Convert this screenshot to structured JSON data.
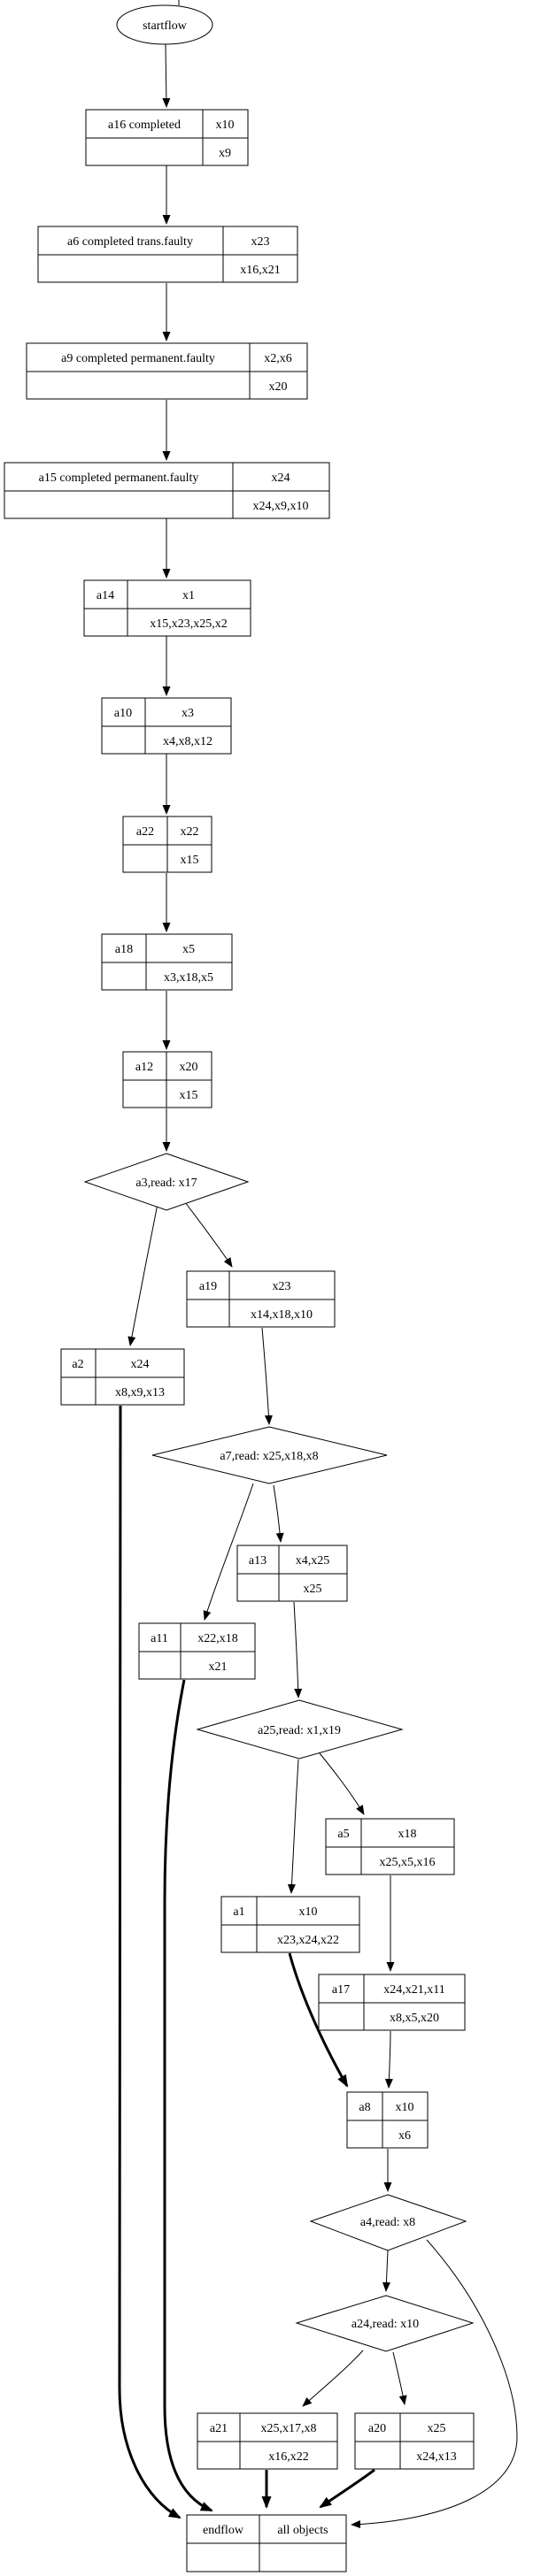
{
  "diagram": {
    "background_color": "#ffffff",
    "line_color": "#000000",
    "nodes": {
      "startflow": {
        "shape": "ellipse",
        "label": "startflow"
      },
      "a16": {
        "shape": "record",
        "label": "a16 completed",
        "top": "x10",
        "bottom": "x9"
      },
      "a6": {
        "shape": "record",
        "label": "a6 completed trans.faulty",
        "top": "x23",
        "bottom": "x16,x21"
      },
      "a9": {
        "shape": "record",
        "label": "a9 completed permanent.faulty",
        "top": "x2,x6",
        "bottom": "x20"
      },
      "a15": {
        "shape": "record",
        "label": "a15 completed permanent.faulty",
        "top": "x24",
        "bottom": "x24,x9,x10"
      },
      "a14": {
        "shape": "record",
        "label": "a14",
        "top": "x1",
        "bottom": "x15,x23,x25,x2"
      },
      "a10": {
        "shape": "record",
        "label": "a10",
        "top": "x3",
        "bottom": "x4,x8,x12"
      },
      "a22": {
        "shape": "record",
        "label": "a22",
        "top": "x22",
        "bottom": "x15"
      },
      "a18": {
        "shape": "record",
        "label": "a18",
        "top": "x5",
        "bottom": "x3,x18,x5"
      },
      "a12": {
        "shape": "record",
        "label": "a12",
        "top": "x20",
        "bottom": "x15"
      },
      "a3": {
        "shape": "diamond",
        "label": "a3,read: x17"
      },
      "a19": {
        "shape": "record",
        "label": "a19",
        "top": "x23",
        "bottom": "x14,x18,x10"
      },
      "a2": {
        "shape": "record",
        "label": "a2",
        "top": "x24",
        "bottom": "x8,x9,x13"
      },
      "a7": {
        "shape": "diamond",
        "label": "a7,read: x25,x18,x8"
      },
      "a13": {
        "shape": "record",
        "label": "a13",
        "top": "x4,x25",
        "bottom": "x25"
      },
      "a11": {
        "shape": "record",
        "label": "a11",
        "top": "x22,x18",
        "bottom": "x21"
      },
      "a25": {
        "shape": "diamond",
        "label": "a25,read: x1,x19"
      },
      "a5": {
        "shape": "record",
        "label": "a5",
        "top": "x18",
        "bottom": "x25,x5,x16"
      },
      "a1": {
        "shape": "record",
        "label": "a1",
        "top": "x10",
        "bottom": "x23,x24,x22"
      },
      "a17": {
        "shape": "record",
        "label": "a17",
        "top": "x24,x21,x11",
        "bottom": "x8,x5,x20"
      },
      "a8": {
        "shape": "record",
        "label": "a8",
        "top": "x10",
        "bottom": "x6"
      },
      "a4": {
        "shape": "diamond",
        "label": "a4,read: x8"
      },
      "a24": {
        "shape": "diamond",
        "label": "a24,read: x10"
      },
      "a21": {
        "shape": "record",
        "label": "a21",
        "top": "x25,x17,x8",
        "bottom": "x16,x22"
      },
      "a20": {
        "shape": "record",
        "label": "a20",
        "top": "x25",
        "bottom": "x24,x13"
      },
      "endflow": {
        "shape": "record",
        "label": "endflow",
        "top": "all objects",
        "bottom": ""
      }
    },
    "edges": [
      {
        "from": "startflow",
        "to": "a16",
        "style": "solid"
      },
      {
        "from": "a16",
        "to": "a6",
        "style": "solid"
      },
      {
        "from": "a6",
        "to": "a9",
        "style": "solid"
      },
      {
        "from": "a9",
        "to": "a15",
        "style": "solid"
      },
      {
        "from": "a15",
        "to": "a14",
        "style": "solid"
      },
      {
        "from": "a14",
        "to": "a10",
        "style": "solid"
      },
      {
        "from": "a10",
        "to": "a22",
        "style": "solid"
      },
      {
        "from": "a22",
        "to": "a18",
        "style": "solid"
      },
      {
        "from": "a18",
        "to": "a12",
        "style": "solid"
      },
      {
        "from": "a12",
        "to": "a3",
        "style": "solid"
      },
      {
        "from": "a3",
        "to": "a2",
        "style": "solid"
      },
      {
        "from": "a3",
        "to": "a19",
        "style": "solid"
      },
      {
        "from": "a19",
        "to": "a7",
        "style": "solid"
      },
      {
        "from": "a7",
        "to": "a11",
        "style": "solid"
      },
      {
        "from": "a7",
        "to": "a13",
        "style": "solid"
      },
      {
        "from": "a13",
        "to": "a25",
        "style": "solid"
      },
      {
        "from": "a25",
        "to": "a1",
        "style": "solid"
      },
      {
        "from": "a25",
        "to": "a5",
        "style": "solid"
      },
      {
        "from": "a5",
        "to": "a17",
        "style": "solid"
      },
      {
        "from": "a1",
        "to": "a8",
        "style": "bold"
      },
      {
        "from": "a17",
        "to": "a8",
        "style": "solid"
      },
      {
        "from": "a8",
        "to": "a4",
        "style": "solid"
      },
      {
        "from": "a4",
        "to": "a24",
        "style": "solid"
      },
      {
        "from": "a4",
        "to": "endflow",
        "style": "solid"
      },
      {
        "from": "a24",
        "to": "a21",
        "style": "solid"
      },
      {
        "from": "a24",
        "to": "a20",
        "style": "solid"
      },
      {
        "from": "a21",
        "to": "endflow",
        "style": "bold"
      },
      {
        "from": "a20",
        "to": "endflow",
        "style": "bold"
      },
      {
        "from": "a2",
        "to": "endflow",
        "style": "bold"
      },
      {
        "from": "a11",
        "to": "endflow",
        "style": "bold"
      }
    ]
  }
}
